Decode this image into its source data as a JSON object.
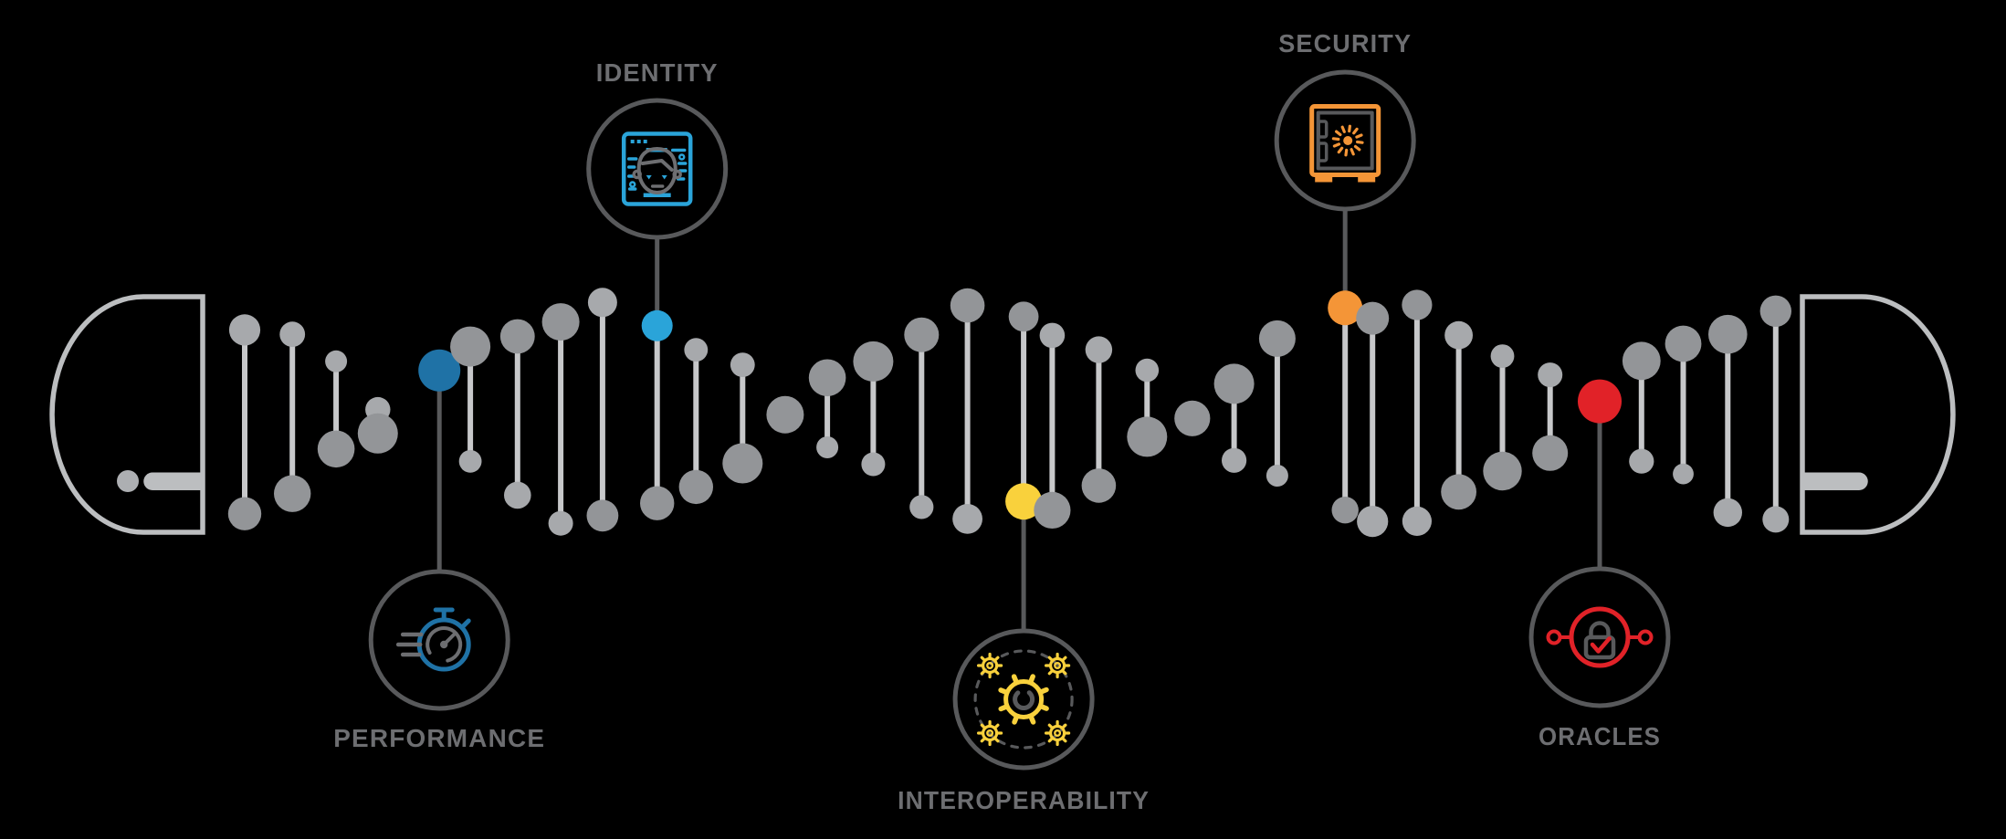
{
  "background_color": "#000000",
  "palette": {
    "label_gray": "#6d6e71",
    "outline_gray": "#58595b",
    "icon_detail_gray": "#6d6e71",
    "dot_gray_front": "#939598",
    "dot_gray_back": "#a7a9ac",
    "rung_gray": "#c7c8ca",
    "cap_gray": "#bcbec0",
    "cap_dot_gray": "#adafb2"
  },
  "nodes": [
    {
      "id": "performance",
      "label": "PERFORMANCE",
      "color": "#1f72a6",
      "icon": "stopwatch-icon",
      "side": "bottom"
    },
    {
      "id": "identity",
      "label": "IDENTITY",
      "color": "#2aa4d9",
      "icon": "face-recognition-icon",
      "side": "top"
    },
    {
      "id": "interoperability",
      "label": "INTEROPERABILITY",
      "color": "#f9d13c",
      "icon": "gears-icon",
      "side": "bottom"
    },
    {
      "id": "security",
      "label": "SECURITY",
      "color": "#f49537",
      "icon": "safe-vault-icon",
      "side": "top"
    },
    {
      "id": "oracles",
      "label": "ORACLES",
      "color": "#e12228",
      "icon": "padlock-check-icon",
      "side": "bottom"
    }
  ]
}
